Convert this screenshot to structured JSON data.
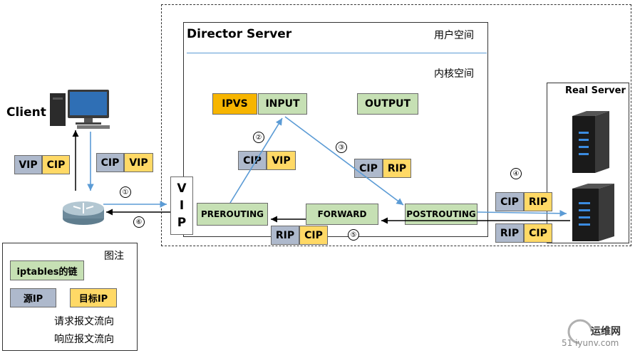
{
  "client": {
    "label": "Client"
  },
  "director": {
    "title": "Director Server",
    "user_space": "用户空间",
    "kernel_space": "内核空间",
    "ipvs": "IPVS",
    "chains": {
      "input": "INPUT",
      "output": "OUTPUT",
      "prerouting": "PREROUTING",
      "forward": "FORWARD",
      "postrouting": "POSTROUTING"
    },
    "vip_letters": [
      "V",
      "I",
      "P"
    ]
  },
  "real_server": {
    "label": "Real Server"
  },
  "packets": {
    "client_in": {
      "src": "VIP",
      "dst": "CIP"
    },
    "client_out": {
      "src": "CIP",
      "dst": "VIP"
    },
    "step2": {
      "src": "CIP",
      "dst": "VIP"
    },
    "step3": {
      "src": "CIP",
      "dst": "RIP"
    },
    "step4": {
      "src": "CIP",
      "dst": "RIP"
    },
    "step5": {
      "src": "RIP",
      "dst": "CIP"
    },
    "rs_reply": {
      "src": "RIP",
      "dst": "CIP"
    }
  },
  "steps": [
    "①",
    "②",
    "③",
    "④",
    "⑤",
    "⑥"
  ],
  "legend": {
    "title": "图注",
    "chain": "iptables的链",
    "src_ip": "源IP",
    "dst_ip": "目标IP",
    "request_flow": "请求报文流向",
    "response_flow": "响应报文流向"
  },
  "watermark": {
    "site": "运维网",
    "url": "51   iyunv.com"
  },
  "colors": {
    "chain": "#c6e0b4",
    "ipvs": "#f7b500",
    "src": "#aeb9cc",
    "dst": "#ffd966",
    "request_arrow": "#5b9bd5",
    "response_arrow": "#000000"
  }
}
